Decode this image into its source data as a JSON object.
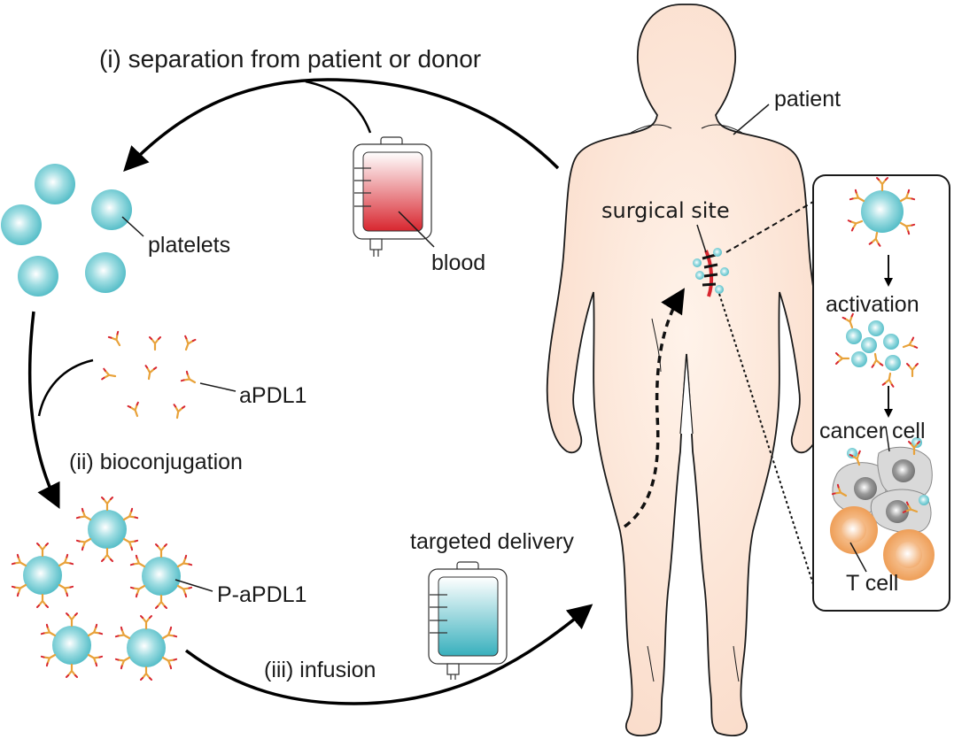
{
  "figure": {
    "steps": {
      "separation": "(i) separation from patient or donor",
      "bioconjugation": "(ii) bioconjugation",
      "infusion": "(iii) infusion"
    },
    "labels": {
      "platelets": "platelets",
      "blood": "blood",
      "apdl1": "aPDL1",
      "p_apdl1": "P-aPDL1",
      "patient": "patient",
      "surgical_site": "surgical site",
      "targeted_delivery": "targeted delivery"
    },
    "inset": {
      "activation": "activation",
      "cancer_cell": "cancer cell",
      "t_cell": "T cell"
    },
    "colors": {
      "platelet": "#5fc3cc",
      "antibody_arm": "#e8a23a",
      "antibody_tip": "#d8262f",
      "blood": "#d8262f",
      "infusion_fluid": "#3fb3bf",
      "skin": "#fbe3d3",
      "cancer_cell": "#d9d9d9",
      "t_cell": "#f0a460"
    }
  }
}
